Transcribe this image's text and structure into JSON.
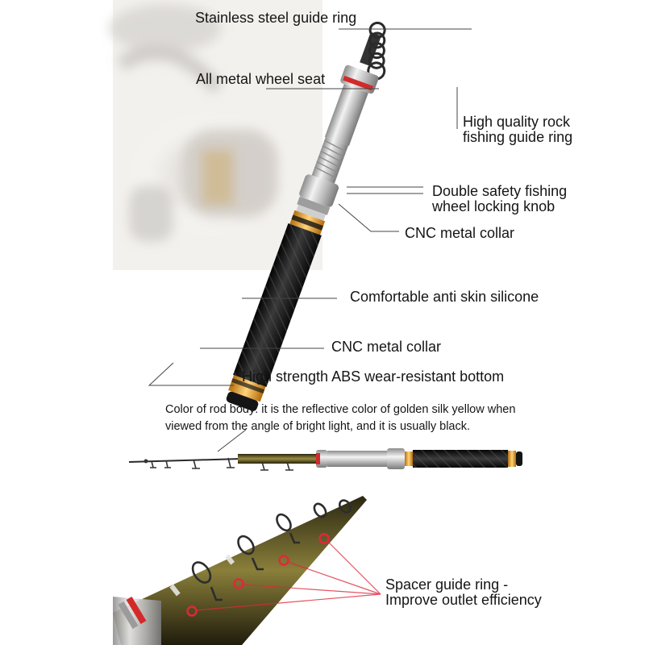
{
  "callouts": {
    "guide_ring": "Stainless steel guide ring",
    "wheel_seat": "All metal wheel seat",
    "rock_ring_line1": "High quality rock",
    "rock_ring_line2": "fishing guide ring",
    "knob_line1": "Double safety fishing",
    "knob_line2": "wheel locking knob",
    "collar_top": "CNC metal collar",
    "silicone": "Comfortable anti skin silicone",
    "collar_bottom": "CNC metal collar",
    "bottom": "High strength ABS wear-resistant bottom",
    "spacer_line1": "Spacer guide ring -",
    "spacer_line2": "Improve outlet efficiency"
  },
  "note": {
    "line1": "Color of rod body: it is the reflective color of golden silk yellow when",
    "line2": "viewed from the angle of bright light, and it is usually black."
  },
  "colors": {
    "grip": "#161616",
    "collar": "#e39a1c",
    "steel": "#c9c9c9",
    "accent_red": "#d22a2a",
    "blank": "#4f4a22",
    "marker": "#e0283a"
  }
}
